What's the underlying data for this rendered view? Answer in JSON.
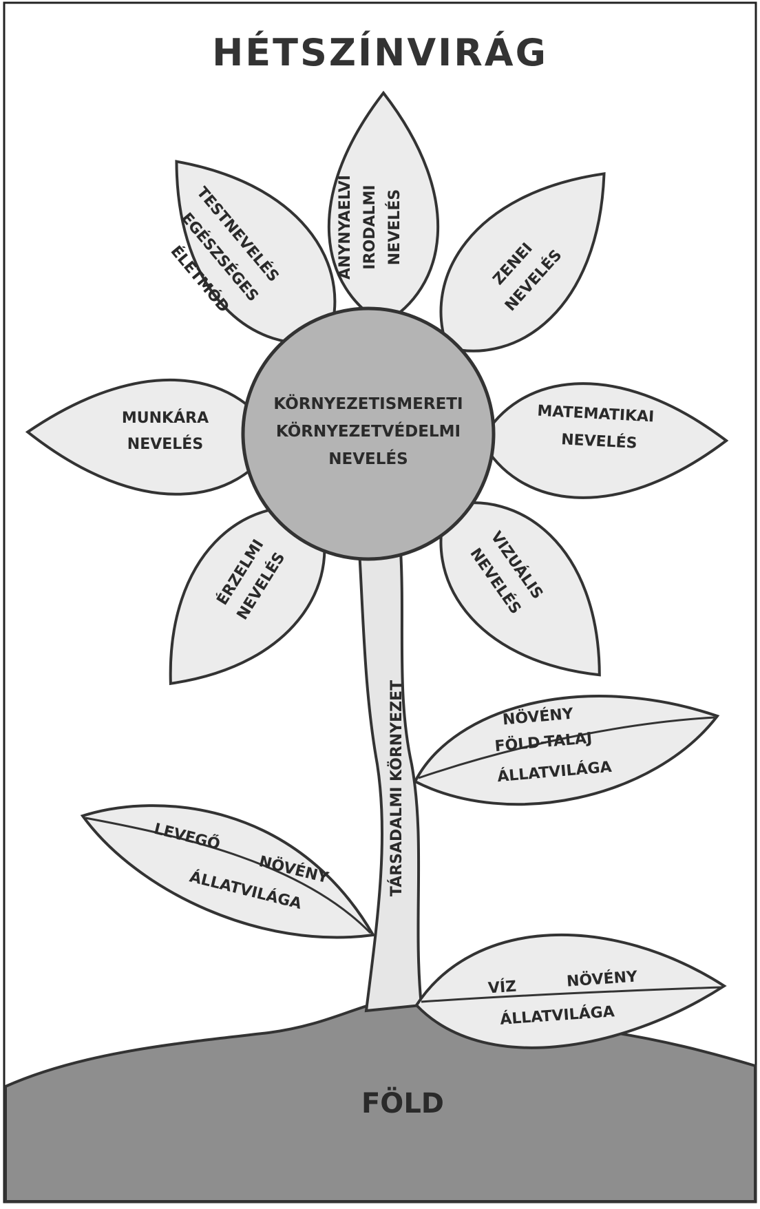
{
  "title": "HÉTSZÍNVIRÁG",
  "center": {
    "lines": [
      "KÖRNYEZETISMERETI",
      "KÖRNYEZETVÉDELMI",
      "NEVELÉS"
    ]
  },
  "petals": {
    "top": [
      "ANYNYAELVI",
      "IRODALMI",
      "NEVELÉS"
    ],
    "upper_left": [
      "TESTNEVELÉS",
      "EGÉSZSÉGES",
      "ÉLETMÓD"
    ],
    "upper_right": [
      "ZENEI",
      "NEVELÉS"
    ],
    "left": [
      "MUNKÁRA",
      "NEVELÉS"
    ],
    "right": [
      "MATEMATIKAI",
      "NEVELÉS"
    ],
    "lower_left": [
      "ÉRZELMI",
      "NEVELÉS"
    ],
    "lower_right": [
      "VIZUÁLIS",
      "NEVELÉS"
    ]
  },
  "stem": {
    "label": "TÁRSADALMI KÖRNYEZET"
  },
  "leaves": {
    "right_upper": {
      "top": "NÖVÉNY",
      "middle": "FÖLD-TALAJ",
      "bottom": "ÁLLATVILÁGA"
    },
    "left": {
      "top_left": "LEVEGŐ",
      "top_right": "NÖVÉNY",
      "bottom": "ÁLLATVILÁGA"
    },
    "right_lower": {
      "top_left": "VÍZ",
      "top_right": "NÖVÉNY",
      "bottom": "ÁLLATVILÁGA"
    }
  },
  "ground": {
    "label": "FÖLD"
  },
  "colors": {
    "petal_fill": "#ececec",
    "center_fill": "#b4b4b4",
    "ground_fill": "#8e8e8e",
    "outline": "#333333",
    "frame": "#222222"
  }
}
